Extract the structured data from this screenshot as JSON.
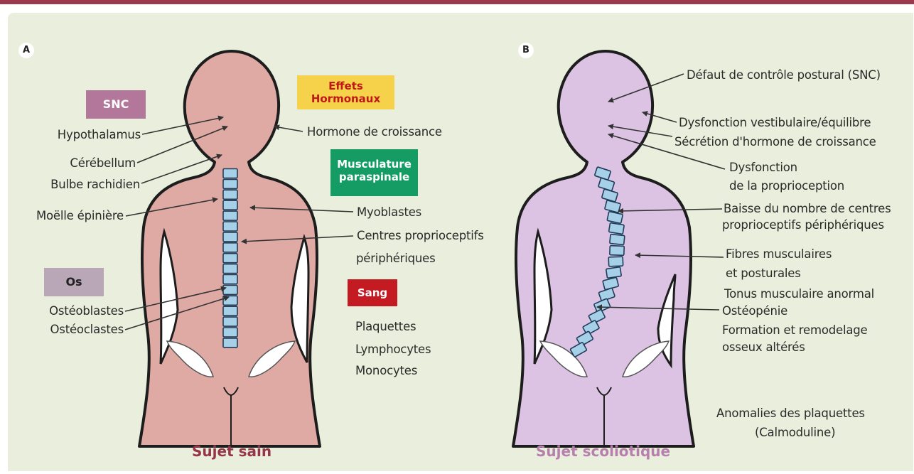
{
  "panel_a": {
    "letter": "A",
    "caption": "Sujet sain",
    "tags": {
      "snc": "SNC",
      "effets": [
        "Effets",
        "Hormonaux"
      ],
      "musculature": [
        "Musculature",
        "paraspinale"
      ],
      "os": "Os",
      "sang": "Sang"
    },
    "labels": {
      "hypothalamus": "Hypothalamus",
      "cerebellum": "Cérébellum",
      "bulbe": "Bulbe rachidien",
      "moelle": "Moëlle épinière",
      "osteoblastes": "Ostéoblastes",
      "osteoclastes": "Ostéoclastes",
      "hormone": "Hormone de croissance",
      "myoblastes": "Myoblastes",
      "centres1": "Centres proprioceptifs",
      "centres2": "périphériques",
      "plaquettes": "Plaquettes",
      "lymphocytes": "Lymphocytes",
      "monocytes": "Monocytes"
    }
  },
  "panel_b": {
    "letter": "B",
    "caption": "Sujet scoliotique",
    "labels": {
      "defaut": "Défaut de contrôle postural (SNC)",
      "vestibulaire": "Dysfonction vestibulaire/équilibre",
      "secretion": "Sécrétion d'hormone de croissance",
      "proprio1": "Dysfonction",
      "proprio2": "de la proprioception",
      "baisse1": "Baisse du nombre de centres",
      "baisse2": "proprioceptifs périphériques",
      "fibres1": "Fibres musculaires",
      "fibres2": "et posturales",
      "tonus": "Tonus musculaire anormal",
      "osteopenie": "Ostéopénie",
      "formation1": "Formation et remodelage",
      "formation2": "osseux altérés",
      "anomalies1": "Anomalies des plaquettes",
      "anomalies2": "(Calmoduline)"
    }
  },
  "colors": {
    "body_a": "#e0aaa4",
    "body_b": "#dcc3e4",
    "panel_bg": "#e9efdc",
    "vertebra": "#a6cfe8",
    "snc_tag": "#b2779b",
    "effets_tag": "#f6d24b",
    "effets_text": "#c01818",
    "musc_tag": "#149c64",
    "os_tag": "#b9a6b7",
    "sang_tag": "#c41b23",
    "caption_a": "#96354a",
    "caption_b": "#b77fae"
  }
}
